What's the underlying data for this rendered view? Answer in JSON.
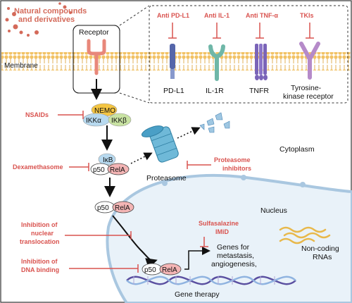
{
  "labels": {
    "natural_compounds": [
      "Natural compounds",
      "and derivatives"
    ],
    "receptor": "Receptor",
    "membrane": "Membrane",
    "cytoplasm": "Cytoplasm",
    "nucleus": "Nucleus",
    "proteasome": "Proteasome",
    "gene_therapy": "Gene therapy",
    "genes": [
      "Genes for",
      "metastasis,",
      "angiogenesis,"
    ],
    "noncoding": [
      "Non-coding",
      "RNAs"
    ]
  },
  "receptors": [
    "PD-L1",
    "IL-1R",
    "TNFR",
    "Tyrosine-",
    "kinase receptor"
  ],
  "inhibitors": {
    "anti_pdl1": "Anti PD-L1",
    "anti_il1": "Anti IL-1",
    "anti_tnfa": "Anti TNF-α",
    "tkis": "TKIs",
    "nsaids": "NSAIDs",
    "dexamethasome": "Dexamethasome",
    "proteasome": [
      "Proteasome",
      "inhibitors"
    ],
    "nuclear_translocation": [
      "Inhibition of",
      "nuclear",
      "translocation"
    ],
    "dna_binding": [
      "Inhibition of",
      "DNA binding"
    ],
    "sulfasalazine": "Sulfasalazine",
    "imid": "IMiD"
  },
  "complexes": {
    "nemo": "NEMO",
    "ikka": "IKKα",
    "ikkb": "IKKβ",
    "ikb": "IκB",
    "p50": "p50",
    "rela": "RelA"
  },
  "colors": {
    "inhibitor_red": "#d9534f",
    "compound_red": "#d46a5a",
    "nucleus_fill": "#e9f2f9",
    "membrane_lipid": "#f2c265"
  }
}
